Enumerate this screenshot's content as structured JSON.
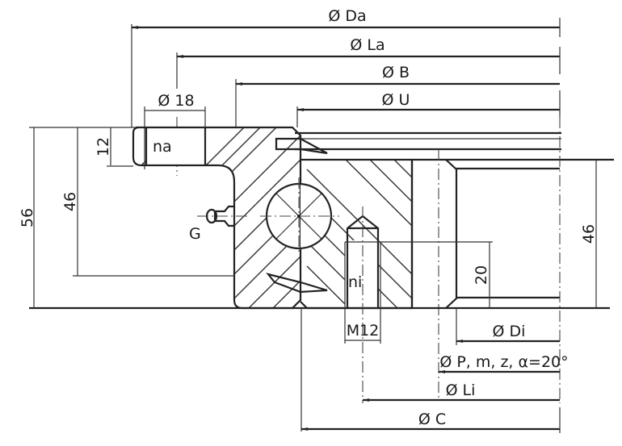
{
  "drawing": {
    "title": "Slewing bearing cross-section",
    "diameters": {
      "outer": "Ø Da",
      "outer_bolt_circle": "Ø La",
      "b": "Ø B",
      "u": "Ø U",
      "inner": "Ø Di",
      "pitch": "Ø P, m, z, α=20°",
      "inner_bolt_circle": "Ø Li",
      "c": "Ø C"
    },
    "dimensions": {
      "hole_diameter": "Ø 18",
      "flange_height": "12",
      "total_height": "56",
      "outer_ring_height": "46",
      "inner_ring_height": "46",
      "thread_depth": "20",
      "thread": "M12"
    },
    "labels": {
      "outer_holes": "na",
      "inner_holes": "ni",
      "grease_nipple": "G"
    }
  }
}
